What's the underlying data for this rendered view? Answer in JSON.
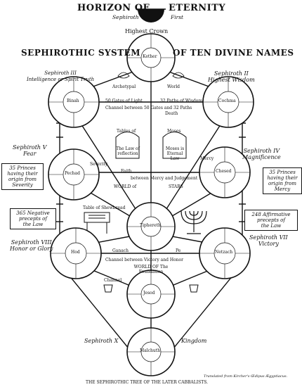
{
  "header": {
    "title_left": "HORIZON OF",
    "title_right": "ETERNITY",
    "sub_left": "Sephiroth",
    "sub_right": "First",
    "crown": "Highest Crown",
    "system_left": "SEPHIROTHIC SYSTEM",
    "system_right": "OF TEN DIVINE NAMES"
  },
  "sephiroth": {
    "s2": [
      "Sephiroth II",
      "Highest Wisdom"
    ],
    "s3": [
      "Sephiroth III",
      "Intelligence or Spirit Truth"
    ],
    "s4": [
      "Sephiroth IV",
      "Magnificence"
    ],
    "s5": [
      "Sephiroth V",
      "Fear"
    ],
    "s7": [
      "Sephiroth VII",
      "Victory"
    ],
    "s8": [
      "Sephiroth VIII",
      "Honor or Glory"
    ],
    "s10a": "Sephiroth X",
    "s10b": "Kingdom"
  },
  "circles": {
    "c1": "Kether",
    "c2": "Cochma",
    "c3": "Binah",
    "c4": "Chesed",
    "c5": "Pechad",
    "c6": "Tiphereth",
    "c7": "Netzach",
    "c8": "Hod",
    "c9": "Jesod",
    "c10": "Malchuth"
  },
  "boxes": {
    "left_princes": [
      "35 Princes",
      "having their",
      "origin from",
      "Severity"
    ],
    "right_princes": [
      "35 Princes",
      "having their",
      "origin from",
      "Mercy"
    ],
    "negative": [
      "365 Negative",
      "precepts of",
      "the Law"
    ],
    "affirmative": [
      "248 Affirmative",
      "precepts of",
      "the Law"
    ]
  },
  "inner_labels": {
    "archetypal": "Archetypal",
    "world": "World",
    "gates": "50 Gates of Light",
    "paths": "32 Paths of Wisdom",
    "channel_top": "Channel between 50 Gates and 32 Paths",
    "death": "Death",
    "tables": "Tables of",
    "moses": "Moses",
    "law": "The Law of reflection",
    "moses_eternal": "Moses is Eternal Law",
    "severity": "Severity",
    "mercy": "Mercy",
    "faith": "Faith",
    "between": "between Mercy and Judgement",
    "stars": "STARS",
    "world_of": "WORLD of",
    "table_shewbread": "Table of Shewbread",
    "channel_mid": "Channel between Victory and Honor",
    "world_foundation": "WORLD OF The Foundation",
    "channel_low": "Channel",
    "gaur": "Ganach",
    "pe": "Pe"
  },
  "footer": {
    "caption": "THE SEPHIROTHIC TREE OF THE LATER CABBALISTS.",
    "credit": "Translated from Kircher's Œdipus Ægyptiacus."
  }
}
